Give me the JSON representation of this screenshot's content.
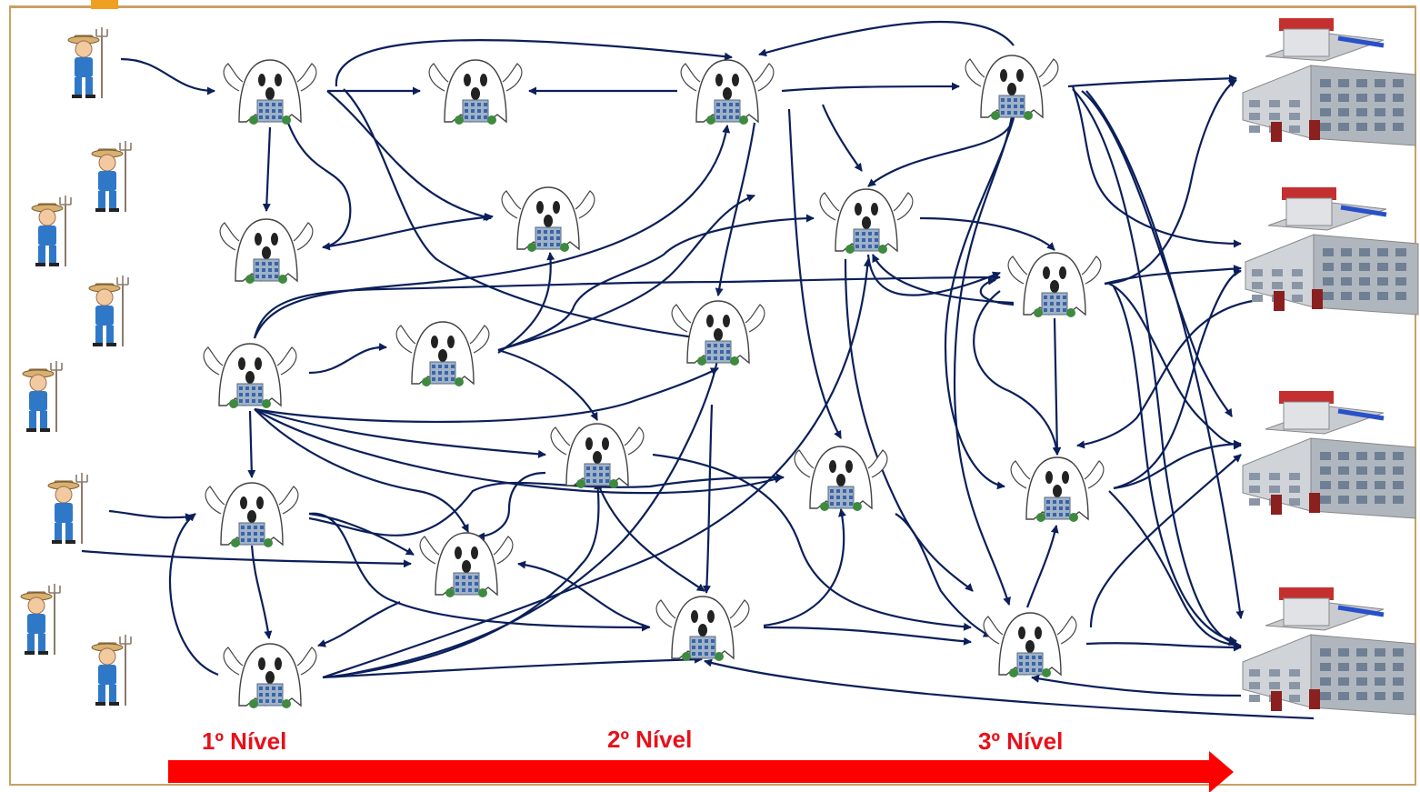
{
  "levels": [
    {
      "label": "1º Nível"
    },
    {
      "label": "2º Nível"
    },
    {
      "label": "3º Nível"
    }
  ],
  "icons": {
    "farmer": "farmer-icon",
    "intermediary": "ghost-building-icon",
    "industry": "building-icon"
  },
  "colors": {
    "arrow": "#0b1f5a",
    "level_text": "#e8101a",
    "progress_arrow": "#ff0000",
    "frame": "#c8a165"
  }
}
